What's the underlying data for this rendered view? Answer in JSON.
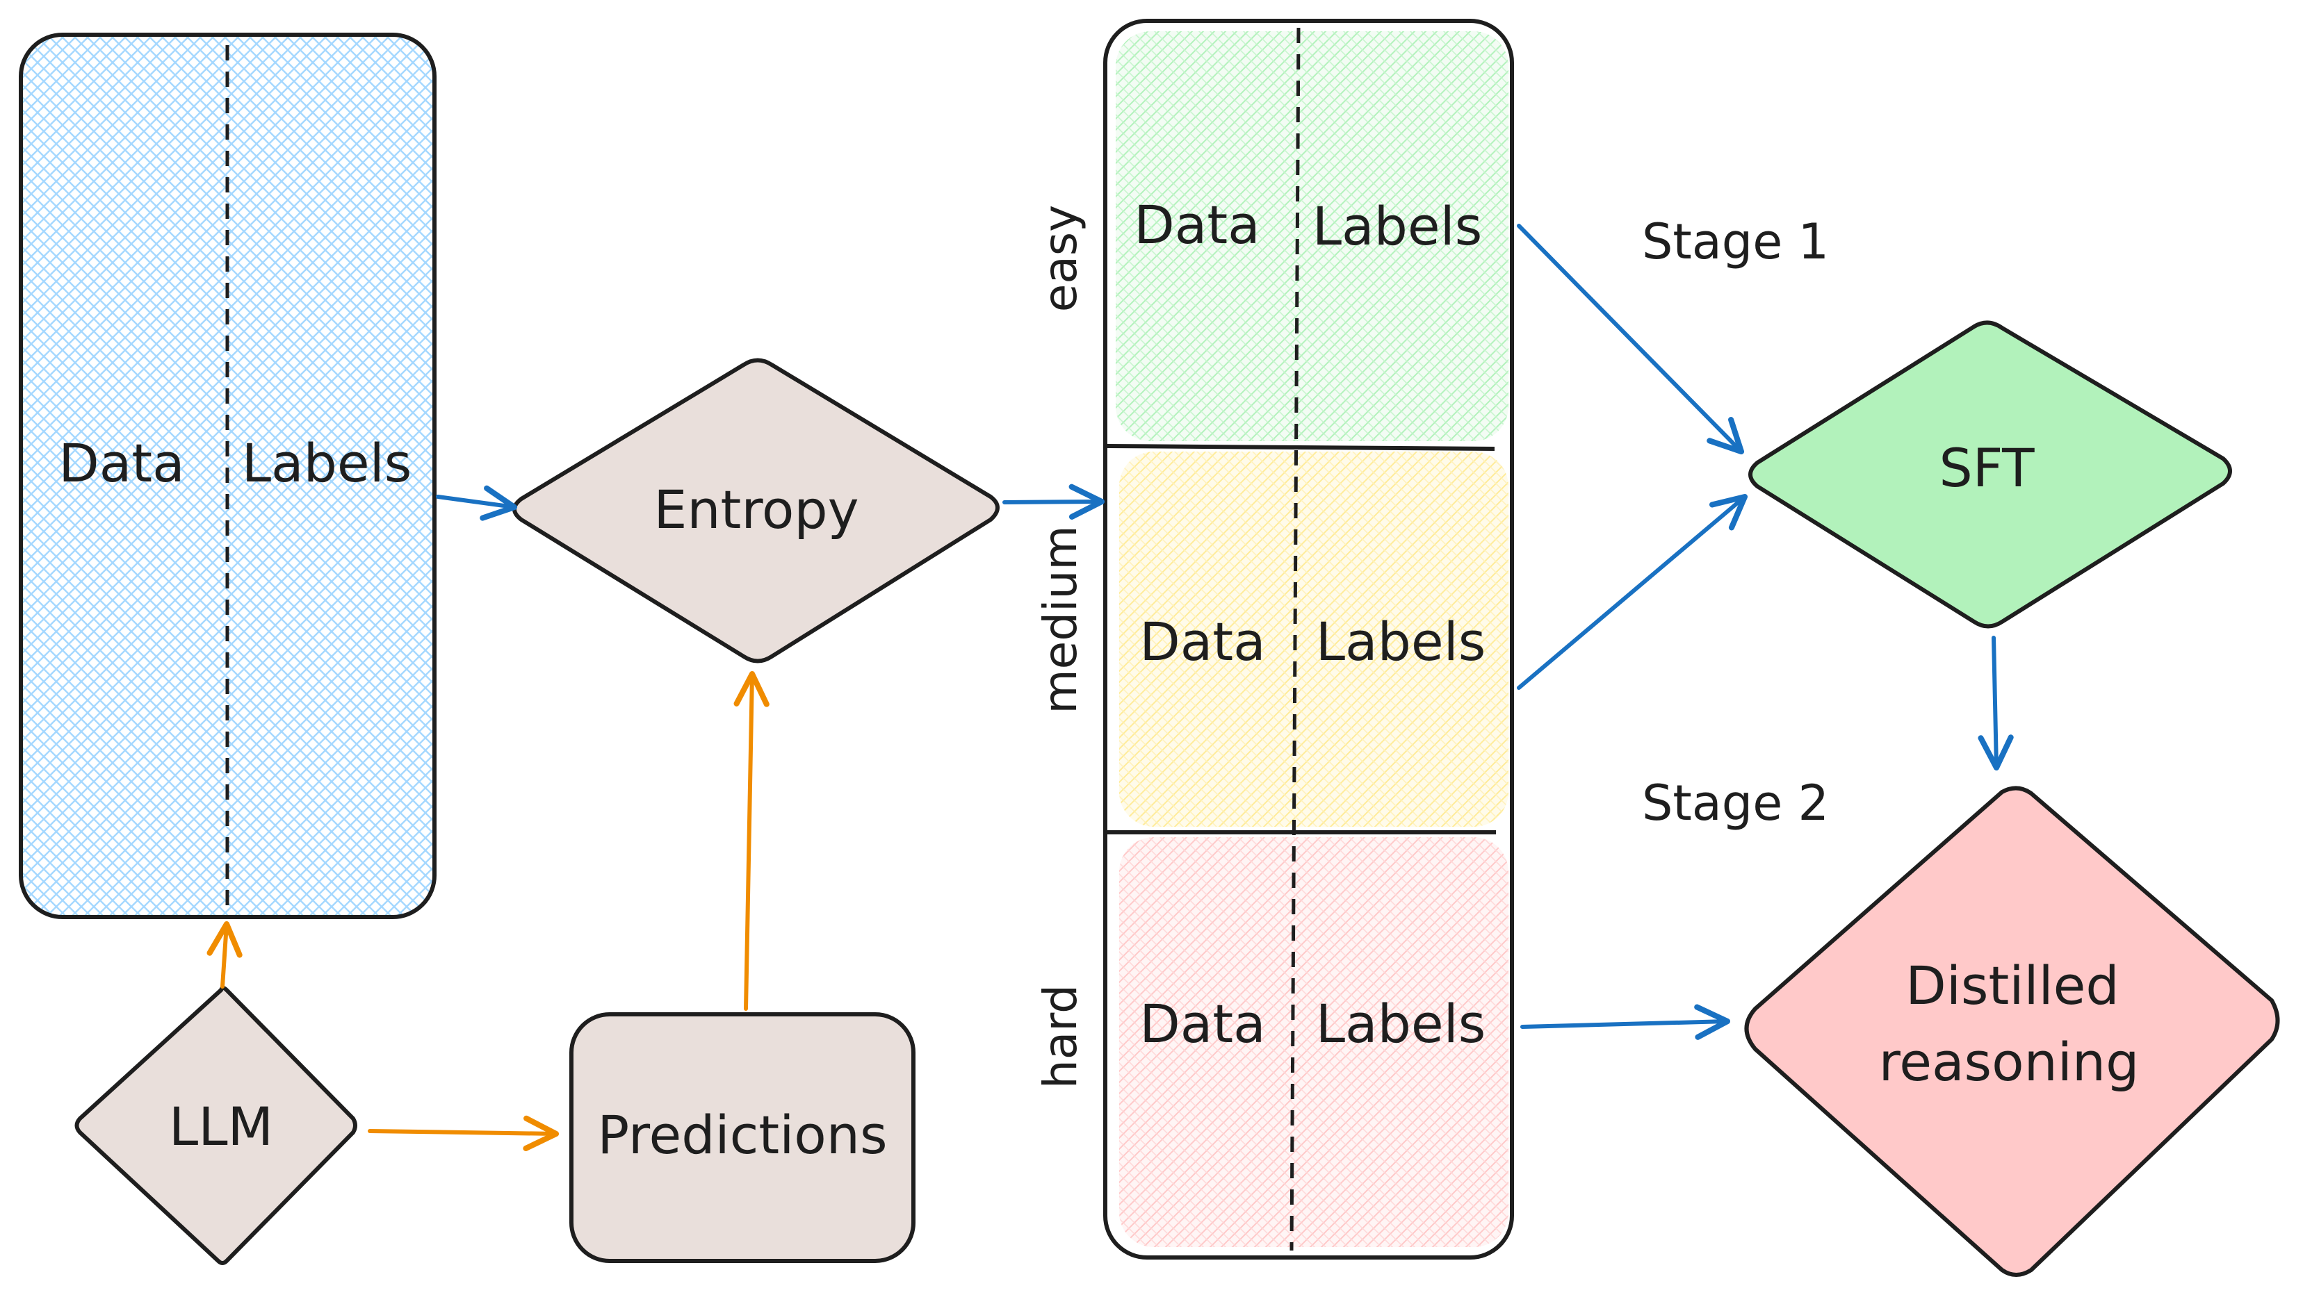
{
  "source_table": {
    "data_label": "Data",
    "labels_label": "Labels",
    "fill_color": "#a5d8ff"
  },
  "llm_node": {
    "label": "LLM"
  },
  "predictions_node": {
    "label": "Predictions"
  },
  "entropy_node": {
    "label": "Entropy"
  },
  "buckets": [
    {
      "name": "easy",
      "data_label": "Data",
      "labels_label": "Labels",
      "fill_color": "#b2f2bb"
    },
    {
      "name": "medium",
      "data_label": "Data",
      "labels_label": "Labels",
      "fill_color": "#ffec99"
    },
    {
      "name": "hard",
      "data_label": "Data",
      "labels_label": "Labels",
      "fill_color": "#ffc9c9"
    }
  ],
  "stages": {
    "stage1": "Stage 1",
    "stage2": "Stage 2"
  },
  "sft_node": {
    "label": "SFT",
    "fill_color": "#b2f2bb"
  },
  "distilled_node": {
    "line1": "Distilled",
    "line2": "reasoning",
    "fill_color": "#ffc9c9"
  },
  "colors": {
    "flow_arrow": "#1971c2",
    "llm_arrow": "#f08c00",
    "node_fill": "#e9dfdb",
    "outline": "#1e1e1e"
  }
}
